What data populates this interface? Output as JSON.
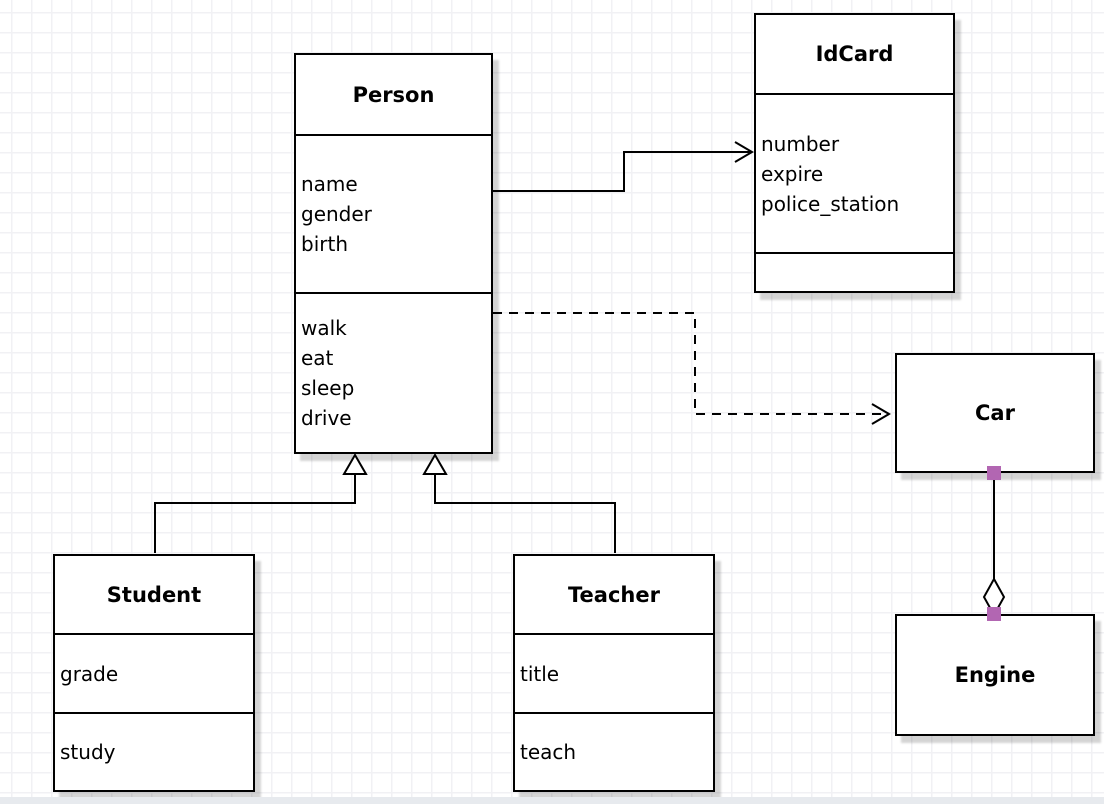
{
  "canvas": {
    "background": "#ffffff",
    "grid_color": "#f1f1f4",
    "line_color": "#000000",
    "connection_point_color": "#b266b2",
    "bottom_bar_color": "#e7eaee"
  },
  "classes": [
    {
      "id": "person",
      "title": "Person",
      "attributes": [
        "name",
        "gender",
        "birth"
      ],
      "methods": [
        "walk",
        "eat",
        "sleep",
        "drive"
      ]
    },
    {
      "id": "idcard",
      "title": "IdCard",
      "attributes": [
        "number",
        "expire",
        "police_station"
      ],
      "methods": []
    },
    {
      "id": "car",
      "title": "Car",
      "attributes": [],
      "methods": []
    },
    {
      "id": "engine",
      "title": "Engine",
      "attributes": [],
      "methods": []
    },
    {
      "id": "student",
      "title": "Student",
      "attributes": [
        "grade"
      ],
      "methods": [
        "study"
      ]
    },
    {
      "id": "teacher",
      "title": "Teacher",
      "attributes": [
        "title"
      ],
      "methods": [
        "teach"
      ]
    }
  ],
  "relations": [
    {
      "from": "Person",
      "to": "IdCard",
      "type": "association",
      "line": "solid",
      "arrow": "open"
    },
    {
      "from": "Person",
      "to": "Car",
      "type": "dependency",
      "line": "dashed",
      "arrow": "open"
    },
    {
      "from": "Student",
      "to": "Person",
      "type": "generalization",
      "line": "solid",
      "arrow": "hollow-triangle"
    },
    {
      "from": "Teacher",
      "to": "Person",
      "type": "generalization",
      "line": "solid",
      "arrow": "hollow-triangle"
    },
    {
      "from": "Car",
      "to": "Engine",
      "type": "aggregation",
      "line": "solid",
      "arrow": "hollow-diamond"
    }
  ]
}
